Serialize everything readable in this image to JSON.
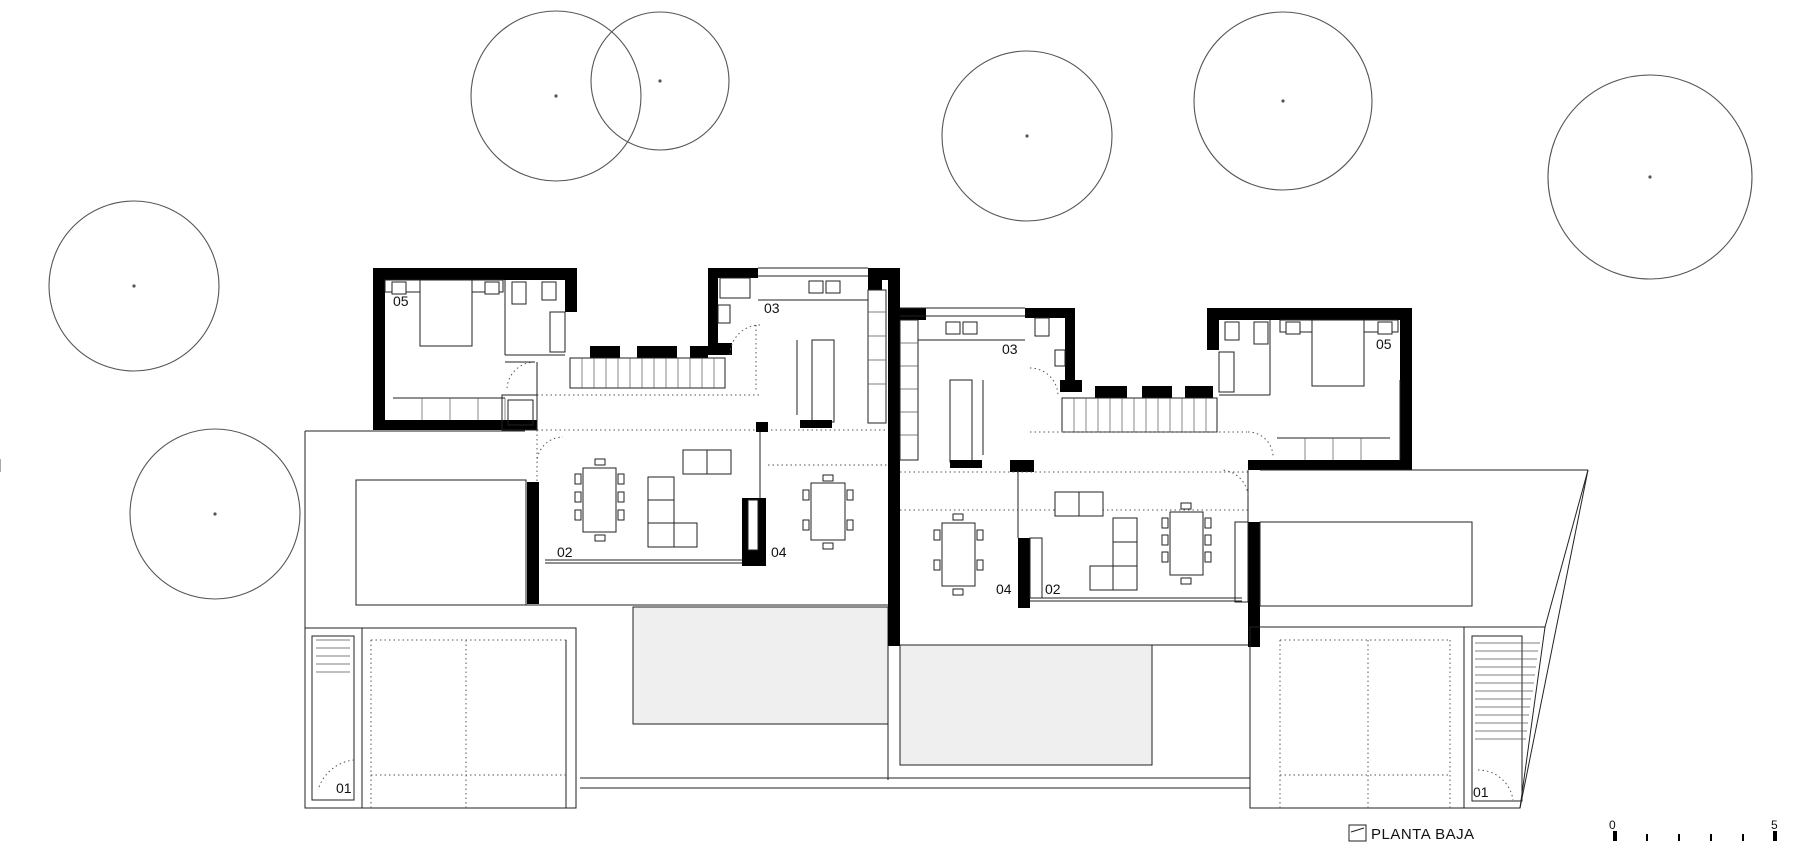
{
  "drawing": {
    "title": "PLANTA BAJA",
    "scale_bar": {
      "start_label": "0",
      "end_label": "5"
    }
  },
  "room_labels": {
    "left_dwelling": {
      "entrance": "01",
      "terrace": "02",
      "kitchen": "03",
      "dining": "04",
      "bedroom": "05"
    },
    "right_dwelling": {
      "entrance": "01",
      "terrace": "02",
      "kitchen": "03",
      "dining": "04",
      "bedroom": "05"
    }
  }
}
